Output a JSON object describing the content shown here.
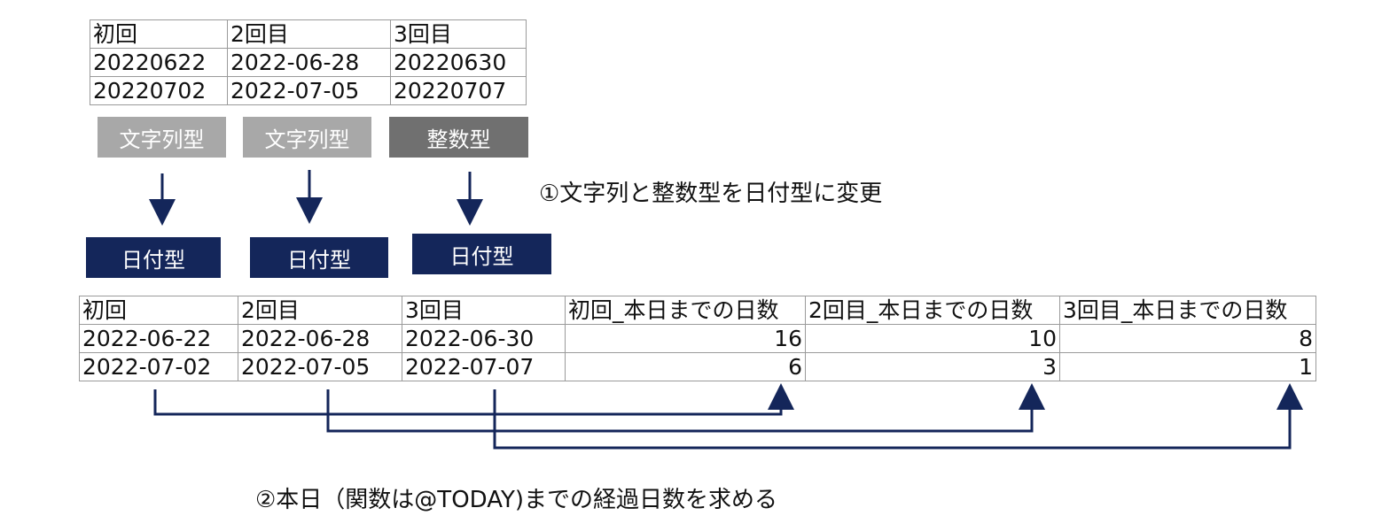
{
  "source_table": {
    "headers": [
      "初回",
      "2回目",
      "3回目"
    ],
    "rows": [
      [
        "20220622",
        "2022-06-28",
        "20220630"
      ],
      [
        "20220702",
        "2022-07-05",
        "20220707"
      ]
    ]
  },
  "source_types": [
    "文字列型",
    "文字列型",
    "整数型"
  ],
  "target_types": [
    "日付型",
    "日付型",
    "日付型"
  ],
  "step1_note": "①文字列と整数型を日付型に変更",
  "result_table": {
    "headers": [
      "初回",
      "2回目",
      "3回目",
      "初回_本日までの日数",
      "2回目_本日までの日数",
      "3回目_本日までの日数"
    ],
    "rows": [
      [
        "2022-06-22",
        "2022-06-28",
        "2022-06-30",
        "16",
        "10",
        "8"
      ],
      [
        "2022-07-02",
        "2022-07-05",
        "2022-07-07",
        "6",
        "3",
        "1"
      ]
    ]
  },
  "step2_note": "②本日（関数は@TODAY)までの経過日数を求める",
  "colors": {
    "navy": "#14265a",
    "light_gray": "#a8a8a8",
    "dark_gray": "#707070",
    "border": "#9a9a9a"
  }
}
